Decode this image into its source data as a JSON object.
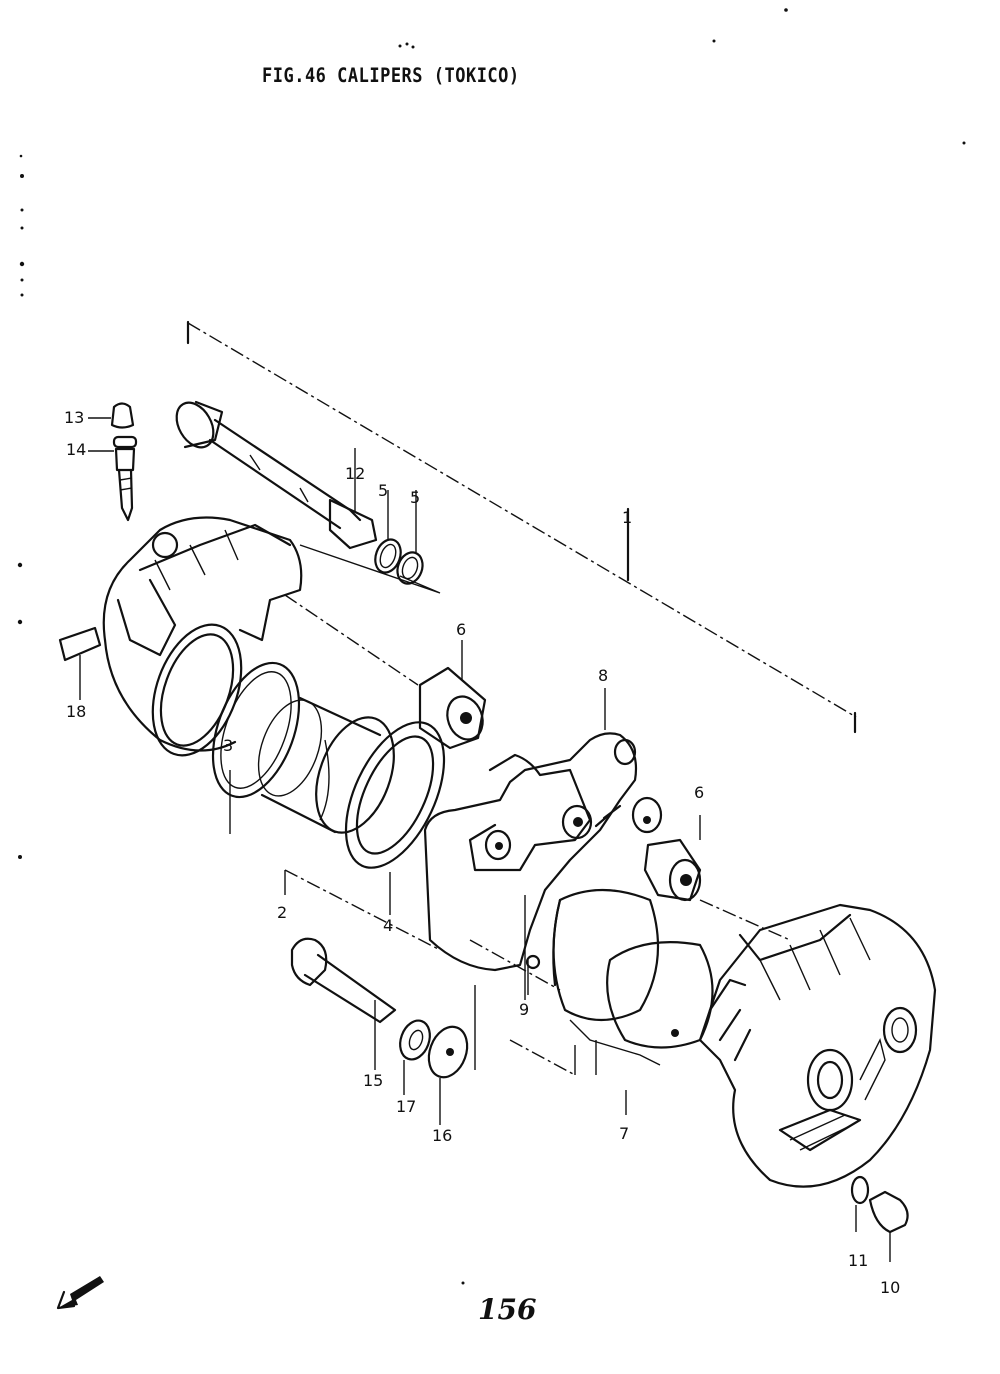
{
  "figure": {
    "title": "FIG.46  CALIPERS (TOKICO)",
    "page_number": "156"
  },
  "callouts": [
    {
      "id": "c13",
      "label": "13"
    },
    {
      "id": "c14",
      "label": "14"
    },
    {
      "id": "c12",
      "label": "12"
    },
    {
      "id": "c5a",
      "label": "5"
    },
    {
      "id": "c5b",
      "label": "5"
    },
    {
      "id": "c1",
      "label": "1"
    },
    {
      "id": "c6a",
      "label": "6"
    },
    {
      "id": "c8",
      "label": "8"
    },
    {
      "id": "c6b",
      "label": "6"
    },
    {
      "id": "c18",
      "label": "18"
    },
    {
      "id": "c3",
      "label": "3"
    },
    {
      "id": "c2",
      "label": "2"
    },
    {
      "id": "c4",
      "label": "4"
    },
    {
      "id": "c9",
      "label": "9"
    },
    {
      "id": "c15",
      "label": "15"
    },
    {
      "id": "c17",
      "label": "17"
    },
    {
      "id": "c16",
      "label": "16"
    },
    {
      "id": "c7",
      "label": "7"
    },
    {
      "id": "c11",
      "label": "11"
    },
    {
      "id": "c10",
      "label": "10"
    }
  ]
}
